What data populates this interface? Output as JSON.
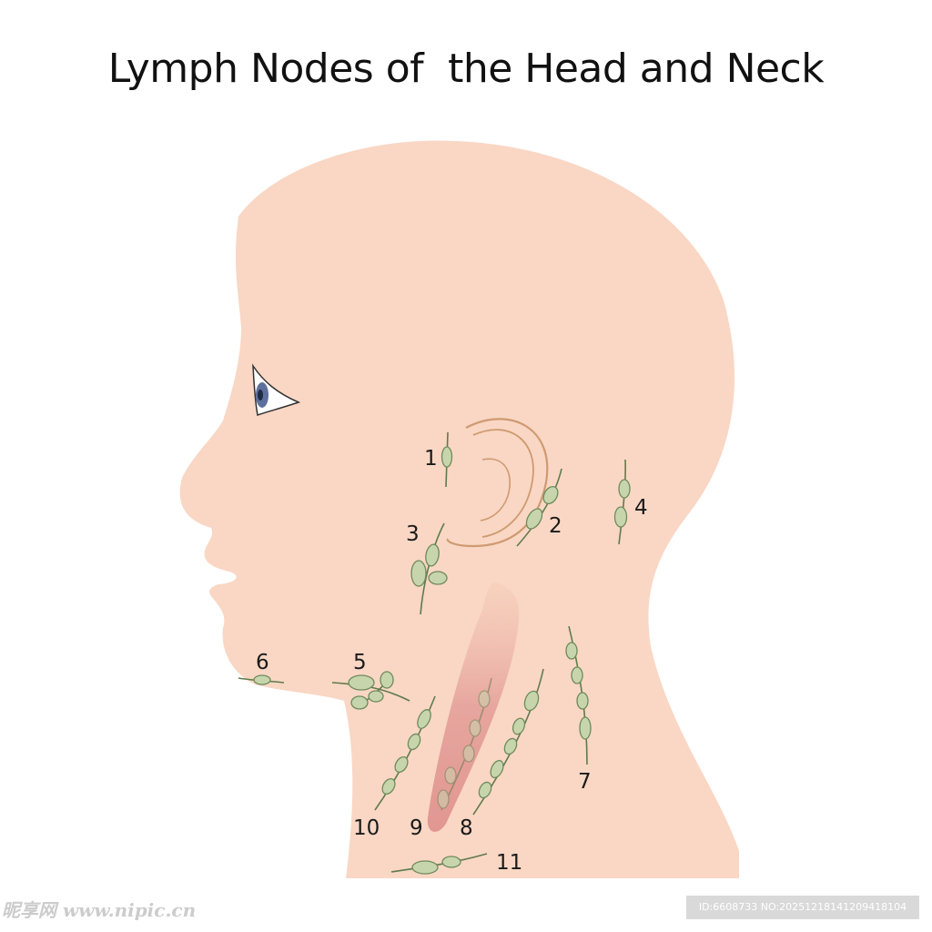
{
  "title": "Lymph Nodes of  the Head and Neck",
  "node_labels": [
    "1",
    "2",
    "3",
    "4",
    "5",
    "6",
    "7",
    "8",
    "9",
    "10",
    "11"
  ],
  "colors": {
    "skin": "#f9d7c4",
    "node_fill": "#c7d5ad",
    "node_stroke": "#6f8a5b",
    "vessel": "#5f7a4c",
    "muscle": "#e4a09a",
    "ear_line": "#cf9a72",
    "iris": "#5d6f9c"
  },
  "watermark": {
    "left_text": "昵享网 www.nipic.cn",
    "id_text": "ID:6608733 NO:20251218141209418104"
  }
}
